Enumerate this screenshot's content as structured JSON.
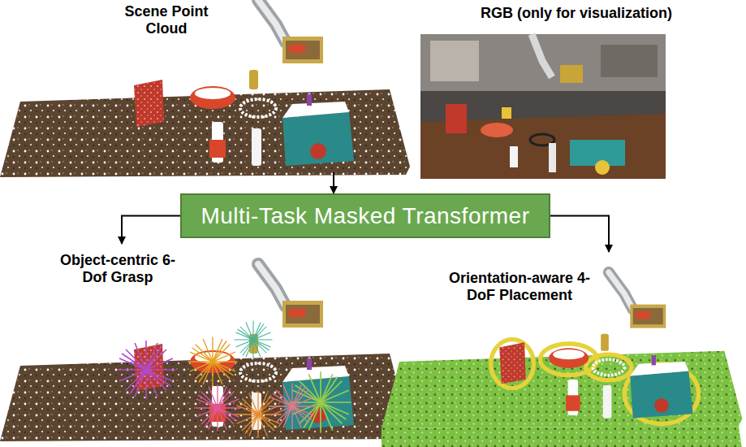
{
  "diagram": {
    "nodes": [
      {
        "text": [
          "Scene Point Cloud"
        ]
      },
      {
        "text": [
          "RGB (only for visualization)"
        ]
      },
      {
        "text": [
          "Multi-Task Masked Transformer"
        ]
      },
      {
        "text": [
          "Object-centric 6-Dof Grasp"
        ]
      },
      {
        "text": [
          "Orientation-aware 4-DoF Placement"
        ]
      }
    ],
    "edges": [
      {
        "from": 0,
        "to": 2,
        "arrow": "to"
      },
      {
        "from": 2,
        "to": 3,
        "arrow": "to"
      },
      {
        "from": 2,
        "to": 4,
        "arrow": "to"
      }
    ]
  }
}
